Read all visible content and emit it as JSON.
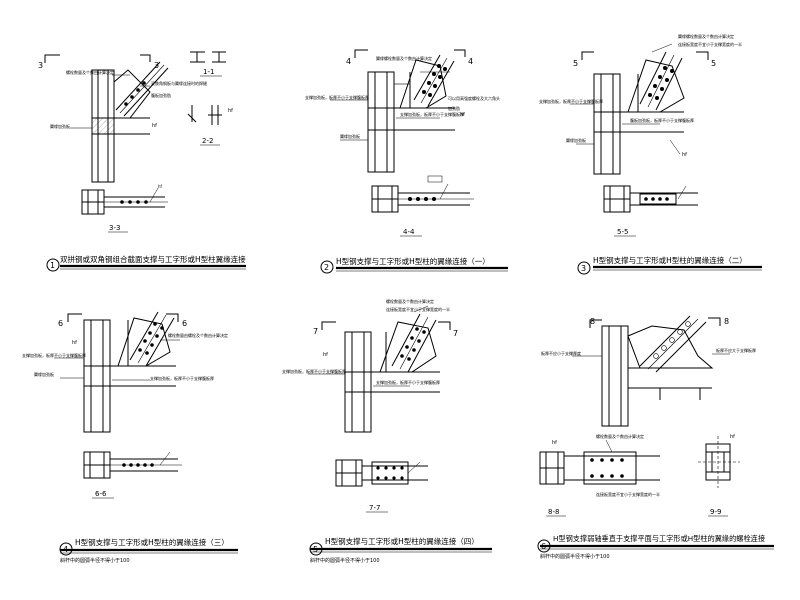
{
  "details": [
    {
      "number": "1",
      "title": "双拼钢或双角钢组合截面支撑与工字形或H型柱翼缘连接",
      "section_mark": "3",
      "section_label": "3-3",
      "aux_sections": [
        "1-1",
        "2-2"
      ],
      "notes": [
        "螺栓数量及个数由计算决定",
        "双肢角钢板与翼缘连接时的焊缝",
        "腹板加劲肋",
        "翼缘加劲板"
      ],
      "weld_symbol": "hf"
    },
    {
      "number": "2",
      "title": "H型钢支撑与工字形或H型柱的翼缘连接（一）",
      "section_mark": "4",
      "section_label": "4-4",
      "notes": [
        "翼缘螺栓数量及个数由计算决定",
        "支撑加劲板，板厚不小于支撑腹板厚",
        "可以用高强度螺栓及大六角头",
        "加劲肋",
        "支撑加劲板，板厚不小于支撑腹板厚",
        "翼缘加劲板"
      ],
      "weld_symbol": "hf"
    },
    {
      "number": "3",
      "title": "H型钢支撑与工字形或H型柱的翼缘连接（二）",
      "section_mark": "5",
      "section_label": "5-5",
      "notes": [
        "翼缘螺栓数量及个数由计算决定",
        "连接板宽度不宜小于支撑宽度的一半",
        "支撑加劲板，板厚不小于支撑腹板厚",
        "腹板加劲板，板厚不小于支撑腹板厚",
        "翼缘加劲板"
      ],
      "weld_symbol": "hf"
    },
    {
      "number": "4",
      "title": "H型钢支撑与工字形或H型柱的翼缘连接（三）",
      "section_mark": "6",
      "section_label": "6-6",
      "footnote": "斜杆中的圆弧半径不得小于100",
      "notes": [
        "螺栓数量由螺栓及个数由计算决定",
        "支撑加劲板，板厚不小于支撑腹板厚",
        "翼缘加劲板",
        "支撑加劲板，板厚不小于支撑腹板厚"
      ],
      "weld_symbol": "hf"
    },
    {
      "number": "5",
      "title": "H型钢支撑与工字形或H型柱的翼缘连接（四）",
      "section_mark": "7",
      "section_label": "7-7",
      "footnote": "斜杆中的圆弧半径不得小于100",
      "notes": [
        "螺栓数量及个数由计算决定",
        "连接板宽度不宜小于支撑宽度的一半",
        "支撑加劲板，板厚不小于支撑腹板厚",
        "支撑加劲板，板厚不小于支撑腹板厚"
      ],
      "weld_symbol": "hf"
    },
    {
      "number": "6",
      "title": "H型钢支撑弱轴垂直于支撑平面与工字形或H型柱的翼缘的螺栓连接",
      "section_mark": "8",
      "section_label": "8-8",
      "aux_sections": [
        "9-9"
      ],
      "footnote": "斜杆中的圆弧半径不得小于100",
      "notes": [
        "板厚不应小于支撑厚度",
        "板厚不应大于支撑板厚",
        "螺栓数量及个数由计算决定",
        "连接板宽度不宜小于支撑宽度的一半"
      ],
      "weld_symbol": "hf"
    }
  ]
}
